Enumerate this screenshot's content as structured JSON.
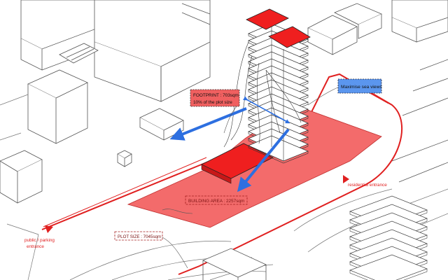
{
  "labels": {
    "footprint_line1": "FOOTPRINT : 703sqm",
    "footprint_line2": "10% of the plot size",
    "sea_views": "Maximise sea views",
    "building_area": "BUILDING AREA : 2257sqm",
    "plot_size": "PLOT SIZE : 7045sqm",
    "residential_entrance": "residential entrance",
    "public_entrance_line1": "public / parking",
    "public_entrance_line2": "entrance"
  },
  "colors": {
    "red_fill": "#f36b6b",
    "red_strong": "#ef1f1f",
    "red_line": "#e02020",
    "arrow_blue": "#2d6fe0",
    "label_blue": "#5b96ee",
    "label_red": "#f06060",
    "line_gray": "#555555"
  }
}
